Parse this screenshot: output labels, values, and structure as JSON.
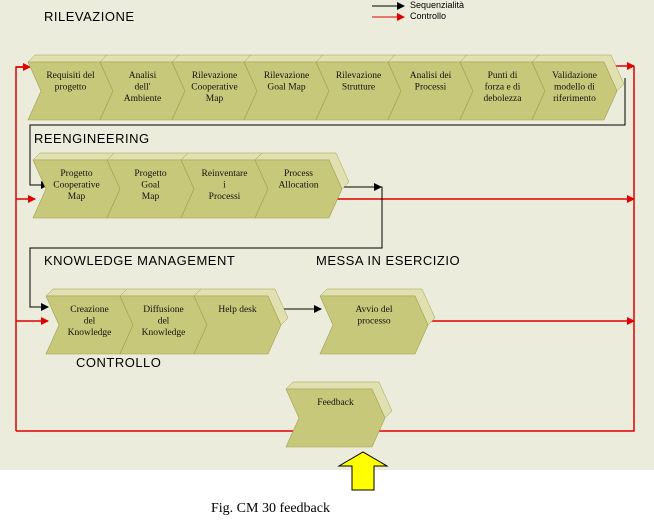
{
  "sections": {
    "rilevazione": "RILEVAZIONE",
    "reengineering": "REENGINEERING",
    "knowledge_management": "KNOWLEDGE MANAGEMENT",
    "messa_in_esercizio": "MESSA IN ESERCIZIO",
    "controllo": "CONTROLLO"
  },
  "legend": {
    "sequenzialita": "Sequenzialità",
    "controllo": "Controllo",
    "sequenzialita_color": "#000000",
    "controllo_color": "#e00000"
  },
  "rows": {
    "rilevazione": [
      "Requisiti del progetto",
      "Analisi dell' Ambiente",
      "Rilevazione Cooperative Map",
      "Rilevazione Goal Map",
      "Rilevazione Strutture",
      "Analisi dei Processi",
      "Punti di forza e di debolezza",
      "Validazione modello di riferimento"
    ],
    "reengineering": [
      "Progetto Cooperative Map",
      "Progetto Goal Map",
      "Reinventare i Processi",
      "Process Allocation"
    ],
    "knowledge": [
      "Creazione del Knowledge",
      "Diffusione del Knowledge",
      "Help desk"
    ],
    "messa": [
      "Avvio del processo"
    ],
    "controllo": [
      "Feedback"
    ]
  },
  "colors": {
    "chevron_fill": "#c8c87a",
    "chevron_dark": "#a0a050",
    "chevron_light": "#e0e0b0",
    "input_arrow": "#ffff00"
  },
  "caption": "Fig. CM 30 feedback"
}
